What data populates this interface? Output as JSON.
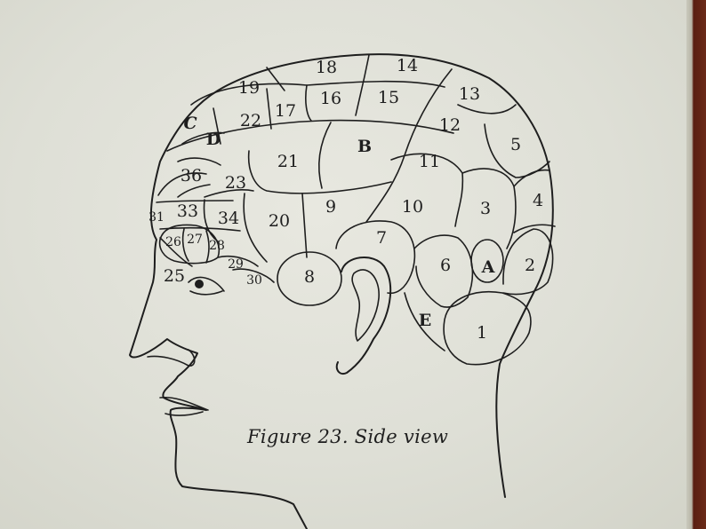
{
  "regions": {
    "r1": "1",
    "r2": "2",
    "r3": "3",
    "r4": "4",
    "r5": "5",
    "r6": "6",
    "r7": "7",
    "r8": "8",
    "r9": "9",
    "r10": "10",
    "r11": "11",
    "r12": "12",
    "r13": "13",
    "r14": "14",
    "r15": "15",
    "r16": "16",
    "r17": "17",
    "r18": "18",
    "r19": "19",
    "r20": "20",
    "r21": "21",
    "r22": "22",
    "r23": "23",
    "r25": "25",
    "r26": "26",
    "r27": "27",
    "r28": "28",
    "r29": "29",
    "r30": "30",
    "r31": "31",
    "r33": "33",
    "r34": "34",
    "r36": "36",
    "rA": "A",
    "rB": "B",
    "rC": "C",
    "rD": "D",
    "rE": "E"
  },
  "caption": "Figure 23.  Side view"
}
